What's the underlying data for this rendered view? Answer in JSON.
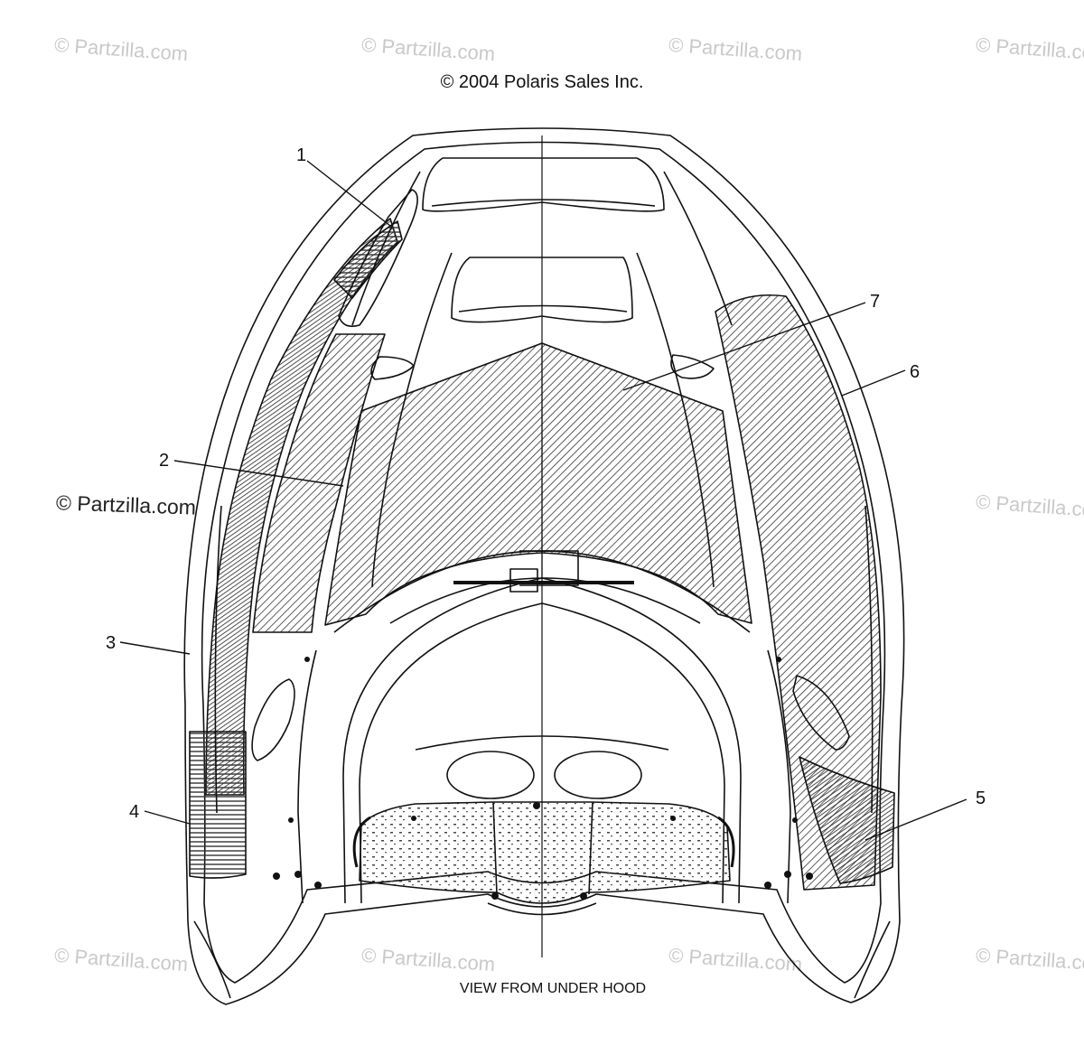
{
  "copyright": "© 2004 Polaris Sales Inc.",
  "caption": "VIEW FROM UNDER HOOD",
  "watermark": "© Partzilla.com",
  "callouts": [
    "1",
    "2",
    "3",
    "4",
    "5",
    "6",
    "7"
  ],
  "colors": {
    "line": "#111111",
    "watermark": "#c9c9c9",
    "background": "#ffffff"
  }
}
